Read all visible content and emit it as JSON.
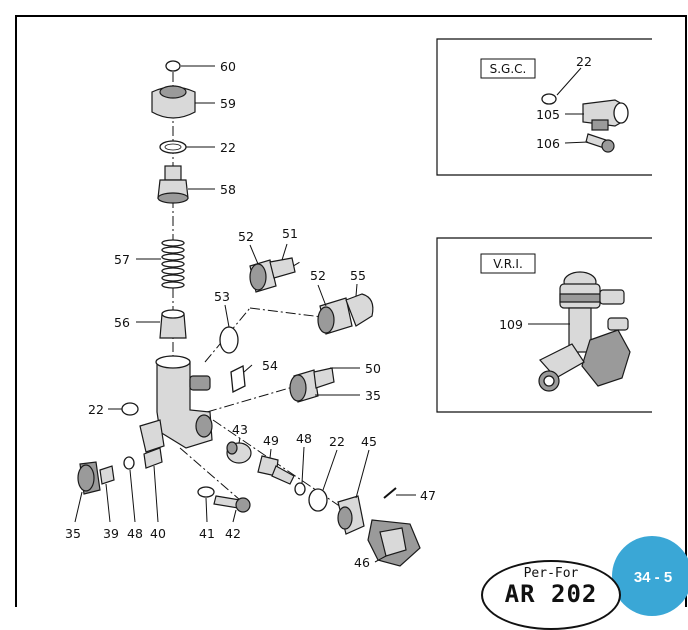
{
  "inset_sgc": {
    "title": "S.G.C.",
    "labels": [
      "22",
      "105",
      "106"
    ]
  },
  "inset_vri": {
    "title": "V.R.I.",
    "labels": [
      "109"
    ]
  },
  "callouts": {
    "c60": "60",
    "c59": "59",
    "c22a": "22",
    "c58": "58",
    "c57": "57",
    "c56": "56",
    "c52a": "52",
    "c51": "51",
    "c52b": "52",
    "c55": "55",
    "c53": "53",
    "c54": "54",
    "c50": "50",
    "c35a": "35",
    "c22b": "22",
    "c43": "43",
    "c49": "49",
    "c48a": "48",
    "c22c": "22",
    "c45": "45",
    "c47": "47",
    "c35b": "35",
    "c39": "39",
    "c48b": "48",
    "c40": "40",
    "c41": "41",
    "c42": "42",
    "c46": "46"
  },
  "brand": {
    "prefix": "Per-For",
    "model": "AR 202"
  },
  "page": {
    "number": "34 - 5"
  },
  "colors": {
    "badge": "#3aa7d6",
    "frame": "#000000",
    "part_fill": "#d9d9d9"
  }
}
